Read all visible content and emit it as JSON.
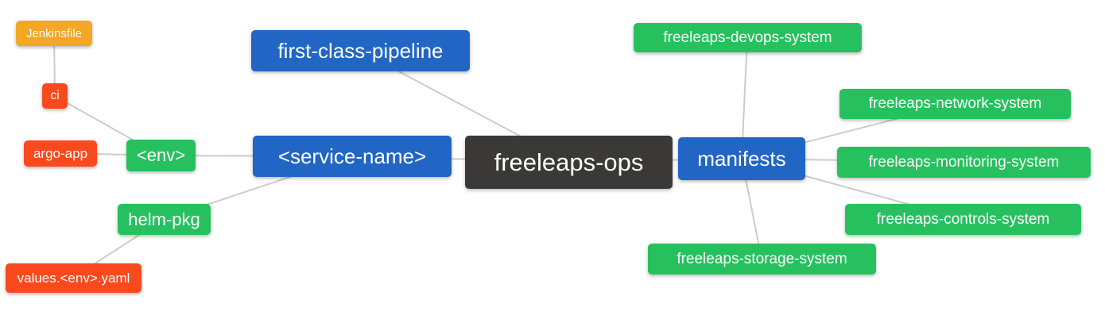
{
  "diagram": {
    "type": "mindmap",
    "nodes": {
      "root": "freeleaps-ops",
      "first_class_pipeline": "first-class-pipeline",
      "service_name": "<service-name>",
      "manifests": "manifests",
      "env": "<env>",
      "helm_pkg": "helm-pkg",
      "ci": "ci",
      "jenkinsfile": "Jenkinsfile",
      "argo_app": "argo-app",
      "values_env_yaml": "values.<env>.yaml",
      "devops_system": "freeleaps-devops-system",
      "network_system": "freeleaps-network-system",
      "monitoring_system": "freeleaps-monitoring-system",
      "controls_system": "freeleaps-controls-system",
      "storage_system": "freeleaps-storage-system"
    },
    "edges": [
      [
        "jenkinsfile",
        "ci"
      ],
      [
        "ci",
        "env"
      ],
      [
        "argo_app",
        "env"
      ],
      [
        "env",
        "service_name"
      ],
      [
        "helm_pkg",
        "service_name"
      ],
      [
        "values_env_yaml",
        "helm_pkg"
      ],
      [
        "first_class_pipeline",
        "root"
      ],
      [
        "service_name",
        "root"
      ],
      [
        "root",
        "manifests"
      ],
      [
        "manifests",
        "devops_system"
      ],
      [
        "manifests",
        "network_system"
      ],
      [
        "manifests",
        "monitoring_system"
      ],
      [
        "manifests",
        "controls_system"
      ],
      [
        "manifests",
        "storage_system"
      ]
    ],
    "palette": {
      "blue": "#2166C4",
      "green": "#26C15E",
      "red": "#FA491D",
      "orange": "#F5A623",
      "dark": "#3B3838",
      "edge": "#CCCCCC",
      "text": "#FFFFFF",
      "background": "#FFFFFF"
    }
  }
}
